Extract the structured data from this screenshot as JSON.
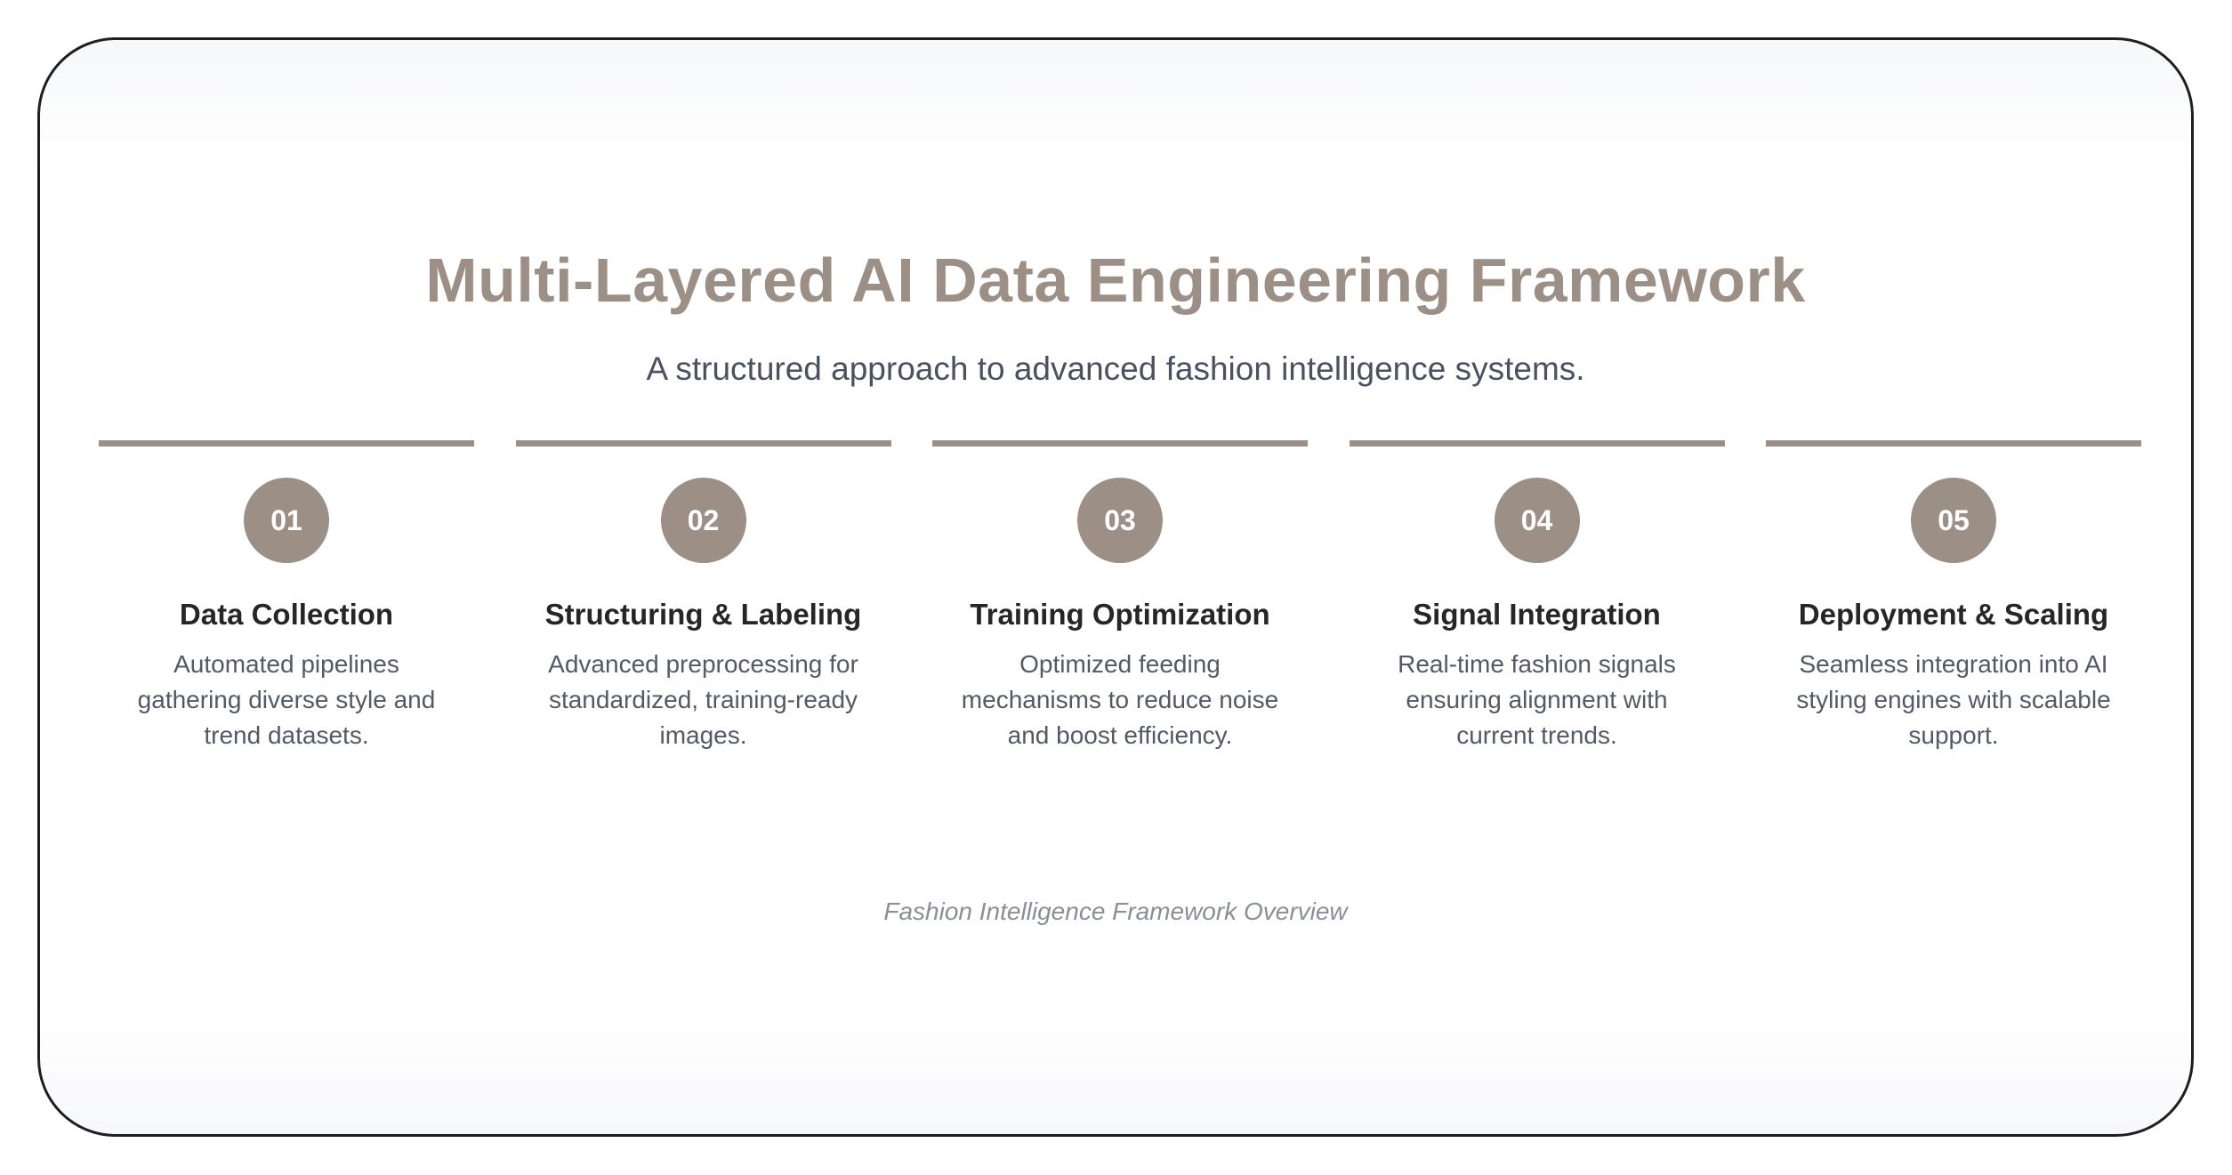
{
  "header": {
    "title": "Multi-Layered AI Data Engineering Framework",
    "subtitle": "A structured approach to advanced fashion intelligence systems."
  },
  "steps": [
    {
      "number": "01",
      "title": "Data Collection",
      "description": "Automated pipelines gathering diverse style and trend datasets."
    },
    {
      "number": "02",
      "title": "Structuring & Labeling",
      "description": "Advanced preprocessing for standardized, training-ready images."
    },
    {
      "number": "03",
      "title": "Training Optimization",
      "description": "Optimized feeding mechanisms to reduce noise and boost efficiency."
    },
    {
      "number": "04",
      "title": "Signal Integration",
      "description": "Real-time fashion signals ensuring alignment with current trends."
    },
    {
      "number": "05",
      "title": "Deployment & Scaling",
      "description": "Seamless integration into AI styling engines with scalable support."
    }
  ],
  "footer": {
    "caption": "Fashion Intelligence Framework Overview"
  },
  "colors": {
    "accent": "#9b8f86",
    "heading_text": "#262626",
    "body_text": "#525a66",
    "caption_text": "#8a8e99",
    "border": "#1f1f1f"
  }
}
